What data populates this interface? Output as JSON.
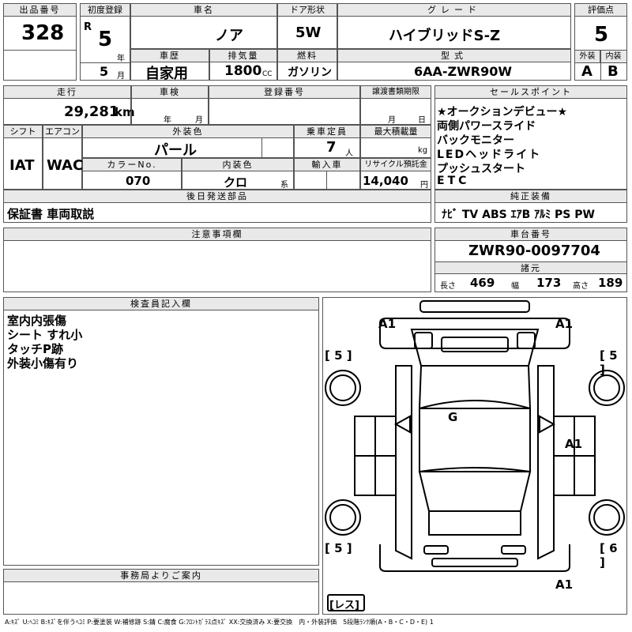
{
  "headers": {
    "lot_no": "出品番号",
    "first_reg": "初度登録",
    "car_name": "車名",
    "door": "ドア形状",
    "grade": "グレード",
    "score": "評価点",
    "history": "車歴",
    "displacement": "排気量",
    "fuel": "燃料",
    "model": "型式",
    "exterior": "外装",
    "interior": "内装",
    "mileage": "走行",
    "inspection": "車検",
    "reg_no": "登録番号",
    "transfer_deadline": "譲渡書類期限",
    "sales_point": "セールスポイント",
    "shift": "シフト",
    "aircon": "エアコン",
    "ext_color": "外装色",
    "capacity": "乗車定員",
    "max_load": "最大積載量",
    "color_no": "カラーNo.",
    "int_color": "内装色",
    "import": "輸入車",
    "recycle": "リサイクル預託金",
    "later_items": "後日発送部品",
    "genuine_equipment": "純正装備",
    "notes": "注意事項欄",
    "chassis_no": "車台番号",
    "specs": "諸元",
    "inspector": "検査員記入欄",
    "office": "事務局よりご案内"
  },
  "lot_no": "328",
  "first_reg": {
    "era": "R",
    "year": "5",
    "year_unit": "年",
    "month": "5",
    "month_unit": "月"
  },
  "car_name": "ノア",
  "door": "5W",
  "grade": "ハイブリッドS-Z",
  "score": "5",
  "history": "自家用",
  "displacement": "1800",
  "displacement_unit": "CC",
  "fuel": "ガソリン",
  "model": "6AA-ZWR90W",
  "exterior_score": "A",
  "interior_score": "B",
  "mileage": "29,281",
  "mileage_unit": "km",
  "inspection": {
    "year_unit": "年",
    "month_unit": "月"
  },
  "transfer_deadline": {
    "month_unit": "月",
    "day_unit": "日"
  },
  "sales_points": [
    "★オークションデビュー★",
    "両側パワースライド",
    "バックモニター",
    "LEDヘッドライト",
    "プッシュスタート",
    "ETC"
  ],
  "shift": "IAT",
  "aircon": "WAC",
  "ext_color": "パール",
  "capacity": "7",
  "capacity_unit": "人",
  "max_load_unit": "kg",
  "color_no": "070",
  "int_color": "クロ",
  "int_color_unit": "系",
  "recycle": "14,040",
  "recycle_unit": "円",
  "later_items": "保証書 車両取説",
  "genuine_equipment": "ﾅﾋﾞ TV ABS ｴｱB ｱﾙﾐ PS PW",
  "chassis_no": "ZWR90-0097704",
  "specs": {
    "length_label": "長さ",
    "length": "469",
    "width_label": "幅",
    "width": "173",
    "height_label": "高さ",
    "height": "189"
  },
  "inspector_notes": [
    "室内内張傷",
    "シート すれ小",
    "タッチP跡",
    "外装小傷有り"
  ],
  "diagram": {
    "front_left": "A1",
    "front_right": "A1",
    "tire_fl": "[ 5 ]",
    "tire_fr": "[ 5 ]",
    "roof": "G",
    "right_side": "A1",
    "tire_rl": "[ 5 ]",
    "tire_rr": "[ 6 ]",
    "rear": "A1",
    "spare": "[レス]"
  },
  "legend": "A:ｷｽﾞ U:ﾍｺﾐ B:ｷｽﾞを伴うﾍｺﾐ P:要塗装 W:補修跡 S:錆 C:腐食 G:ﾌﾛﾝﾄｶﾞﾗｽ点ｷｽﾞ XX:交換済み X:要交換　内・外装評価　5段階ﾗﾝｸ順(A・B・C・D・E) 1"
}
